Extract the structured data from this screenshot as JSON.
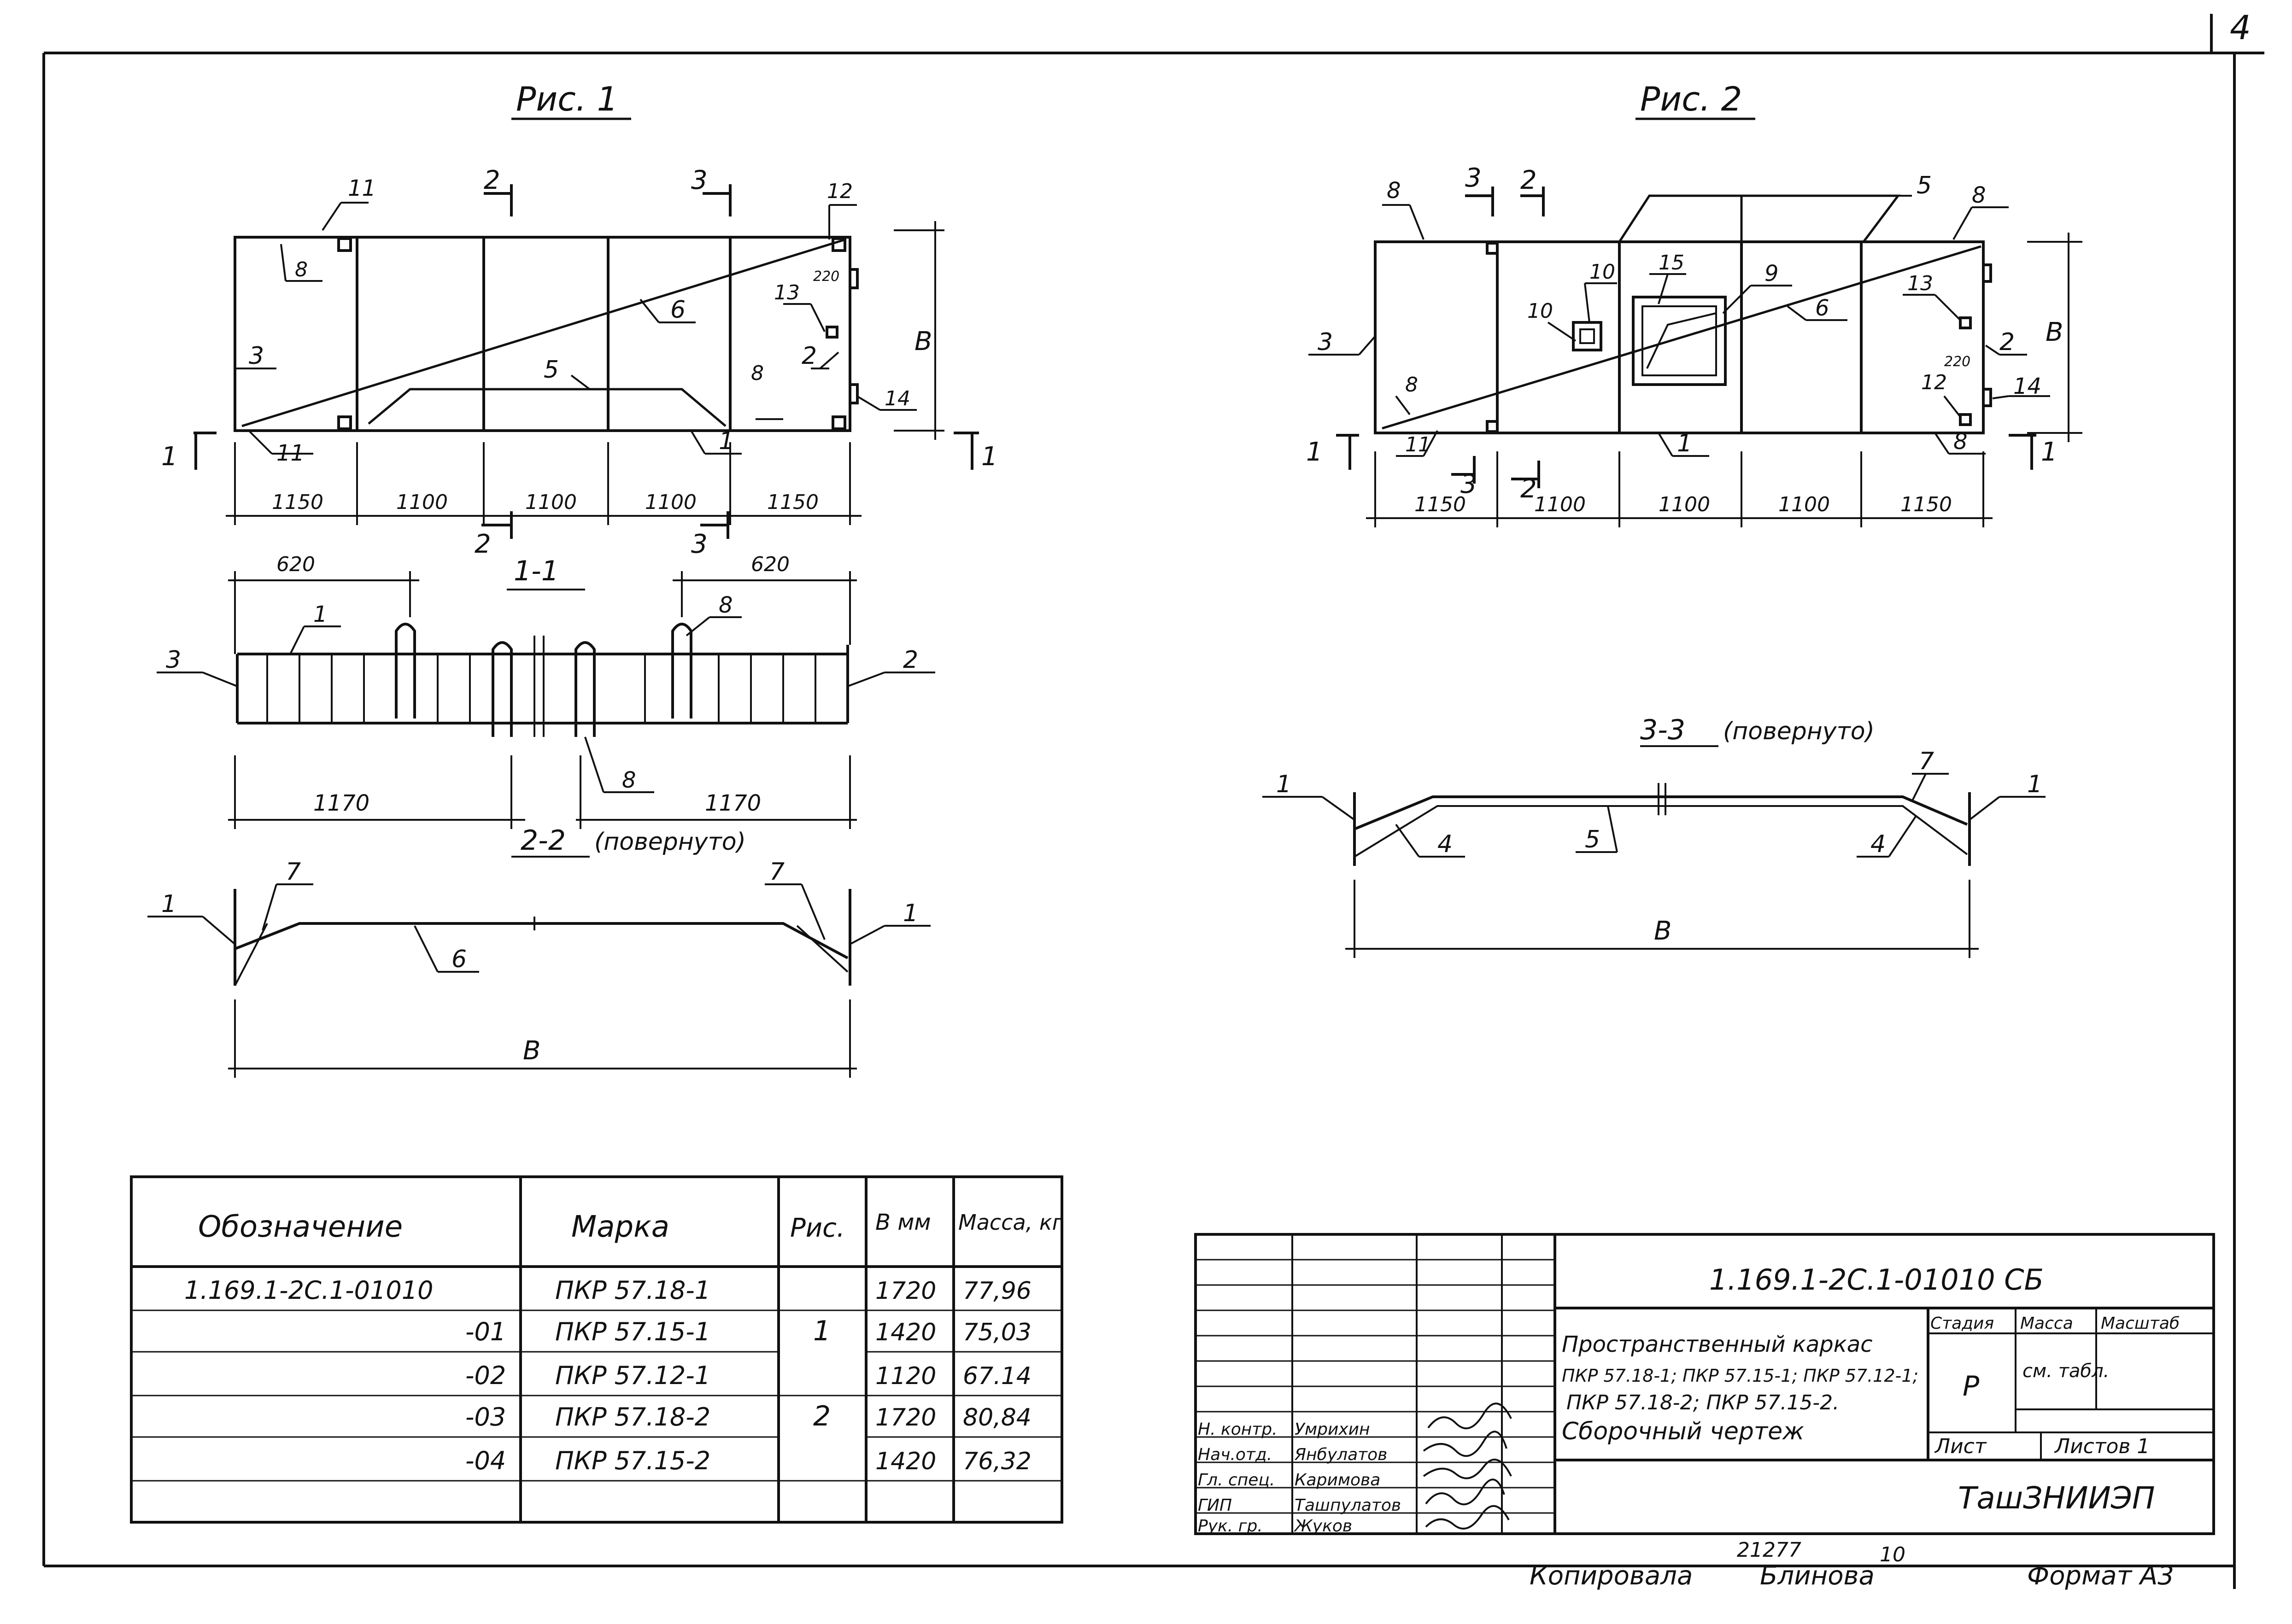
{
  "sheet_number": "4",
  "fig1": {
    "title": "Рис. 1",
    "section_1_1": "1-1",
    "section_2_2": "2-2",
    "section_2_2_note": "(повернуто)",
    "top_dims": [
      "1150",
      "1100",
      "1100",
      "1100",
      "1150"
    ],
    "dims_620": "620",
    "dims_1170": "1170",
    "height_label": "В",
    "width_label": "В",
    "dim_220": "220",
    "cut_1": "1",
    "cut_2": "2",
    "cut_3": "3",
    "callouts": {
      "c1": "1",
      "c2": "2",
      "c3": "3",
      "c5": "5",
      "c6": "6",
      "c7": "7",
      "c8": "8",
      "c11": "11",
      "c12": "12",
      "c13": "13",
      "c14": "14"
    }
  },
  "fig2": {
    "title": "Рис. 2",
    "section_3_3": "3-3",
    "section_3_3_note": "(повернуто)",
    "top_dims": [
      "1150",
      "1100",
      "1100",
      "1100",
      "1150"
    ],
    "height_label": "В",
    "width_label": "В",
    "dim_220": "220",
    "callouts": {
      "c1": "1",
      "c2": "2",
      "c3": "3",
      "c4": "4",
      "c5": "5",
      "c6": "6",
      "c7": "7",
      "c8": "8",
      "c9": "9",
      "c10": "10",
      "c11": "11",
      "c12": "12",
      "c13": "13",
      "c14": "14",
      "c15": "15"
    }
  },
  "spec_table": {
    "headers": [
      "Обозначение",
      "Марка",
      "Рис.",
      "В мм",
      "Масса, кг"
    ],
    "rows": [
      {
        "designation": "1.169.1-2С.1-01010",
        "mark": "ПКР 57.18-1",
        "fig": "1",
        "b": "1720",
        "mass": "77,96"
      },
      {
        "designation": "-01",
        "mark": "ПКР 57.15-1",
        "fig": "",
        "b": "1420",
        "mass": "75,03"
      },
      {
        "designation": "-02",
        "mark": "ПКР 57.12-1",
        "fig": "",
        "b": "1120",
        "mass": "67.14"
      },
      {
        "designation": "-03",
        "mark": "ПКР 57.18-2",
        "fig": "2",
        "b": "1720",
        "mass": "80,84"
      },
      {
        "designation": "-04",
        "mark": "ПКР 57.15-2",
        "fig": "",
        "b": "1420",
        "mass": "76,32"
      }
    ]
  },
  "title_block": {
    "doc_code": "1.169.1-2С.1-01010 СБ",
    "title_lines": [
      "Пространственный каркас",
      "ПКР 57.18-1; ПКР 57.15-1; ПКР 57.12-1;",
      "ПКР 57.18-2; ПКР 57.15-2.",
      "Сборочный чертеж"
    ],
    "stage_label": "Стадия",
    "mass_label": "Масса",
    "scale_label": "Масштаб",
    "stage_value": "Р",
    "mass_value": "см. табл.",
    "sheet_label": "Лист",
    "sheets_label": "Листов 1",
    "organization": "ТашЗНИИЭП",
    "staff": [
      {
        "role": "Н. контр.",
        "name": "Умрихин"
      },
      {
        "role": "Нач.отд.",
        "name": "Янбулатов"
      },
      {
        "role": "Гл. спец.",
        "name": "Каримова"
      },
      {
        "role": "ГИП",
        "name": "Ташпулатов"
      },
      {
        "role": "Рук. гр.",
        "name": "Жуков"
      }
    ]
  },
  "footer": {
    "copied": "Копировала",
    "copier": "Блинова",
    "number": "21277",
    "count": "10",
    "format": "Формат А3"
  }
}
